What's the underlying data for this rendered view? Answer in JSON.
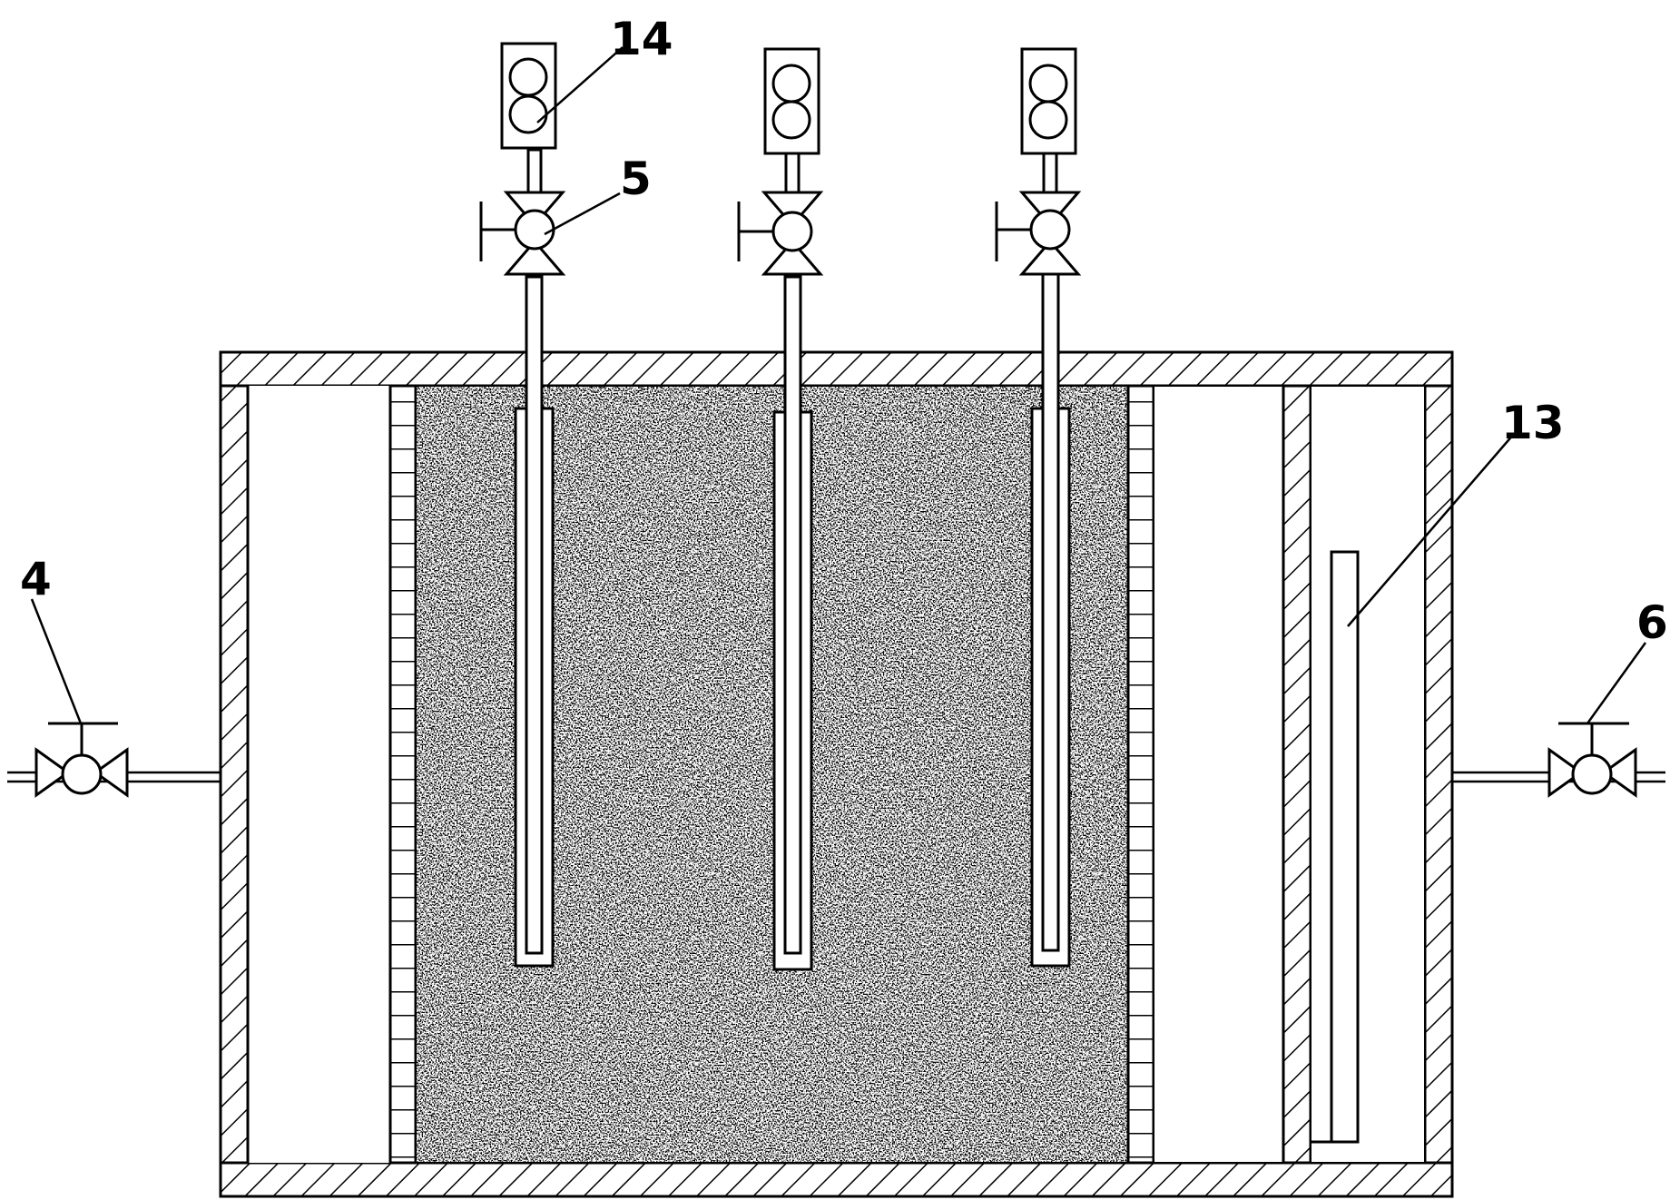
{
  "labels": {
    "gauge": "14",
    "sampling_valve": "5",
    "inlet_valve": "4",
    "outlet_valve": "6",
    "level_tube": "13"
  },
  "colors": {
    "line": "#000000",
    "background": "#ffffff"
  }
}
